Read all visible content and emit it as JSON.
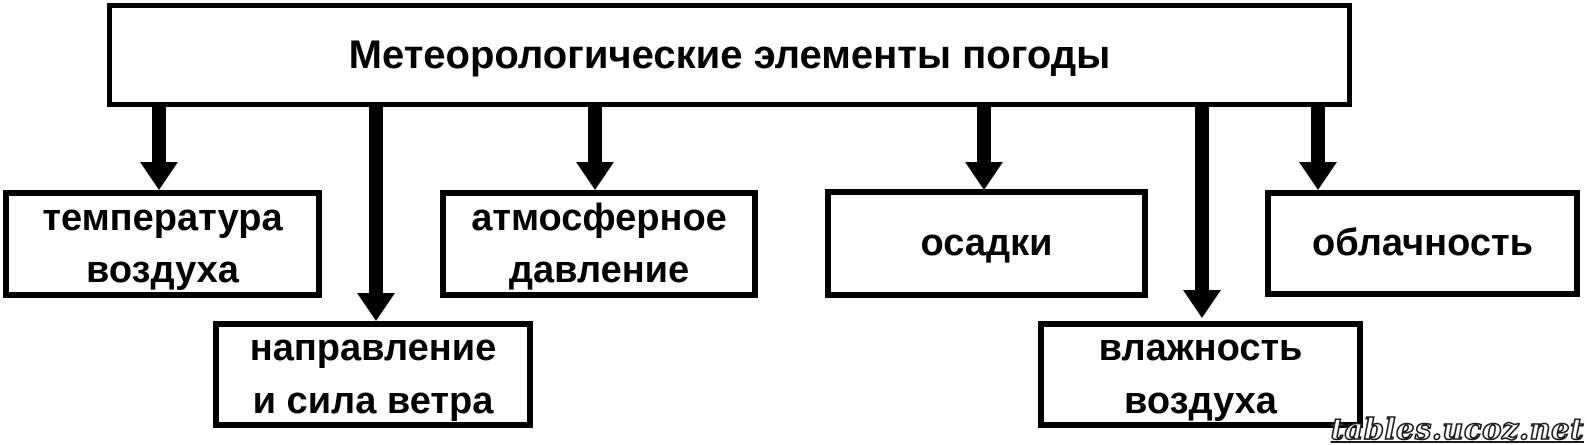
{
  "diagram": {
    "title": "Метеорологические элементы погоды",
    "nodes": [
      {
        "id": "temperature",
        "label": "температура\nвоздуха"
      },
      {
        "id": "wind",
        "label": "направление\nи сила ветра"
      },
      {
        "id": "pressure",
        "label": "атмосферное\nдавление"
      },
      {
        "id": "precipitation",
        "label": "осадки"
      },
      {
        "id": "humidity",
        "label": "влажность\nвоздуха"
      },
      {
        "id": "cloudiness",
        "label": "облачность"
      }
    ],
    "edges": [
      {
        "from": "title",
        "to": "temperature"
      },
      {
        "from": "title",
        "to": "wind"
      },
      {
        "from": "title",
        "to": "pressure"
      },
      {
        "from": "title",
        "to": "precipitation"
      },
      {
        "from": "title",
        "to": "humidity"
      },
      {
        "from": "title",
        "to": "cloudiness"
      }
    ],
    "colors": {
      "background": "#ffffff",
      "box_fill": "#ffffff",
      "line": "#000000",
      "text": "#000000"
    },
    "watermark": "tables.ucoz.net"
  }
}
